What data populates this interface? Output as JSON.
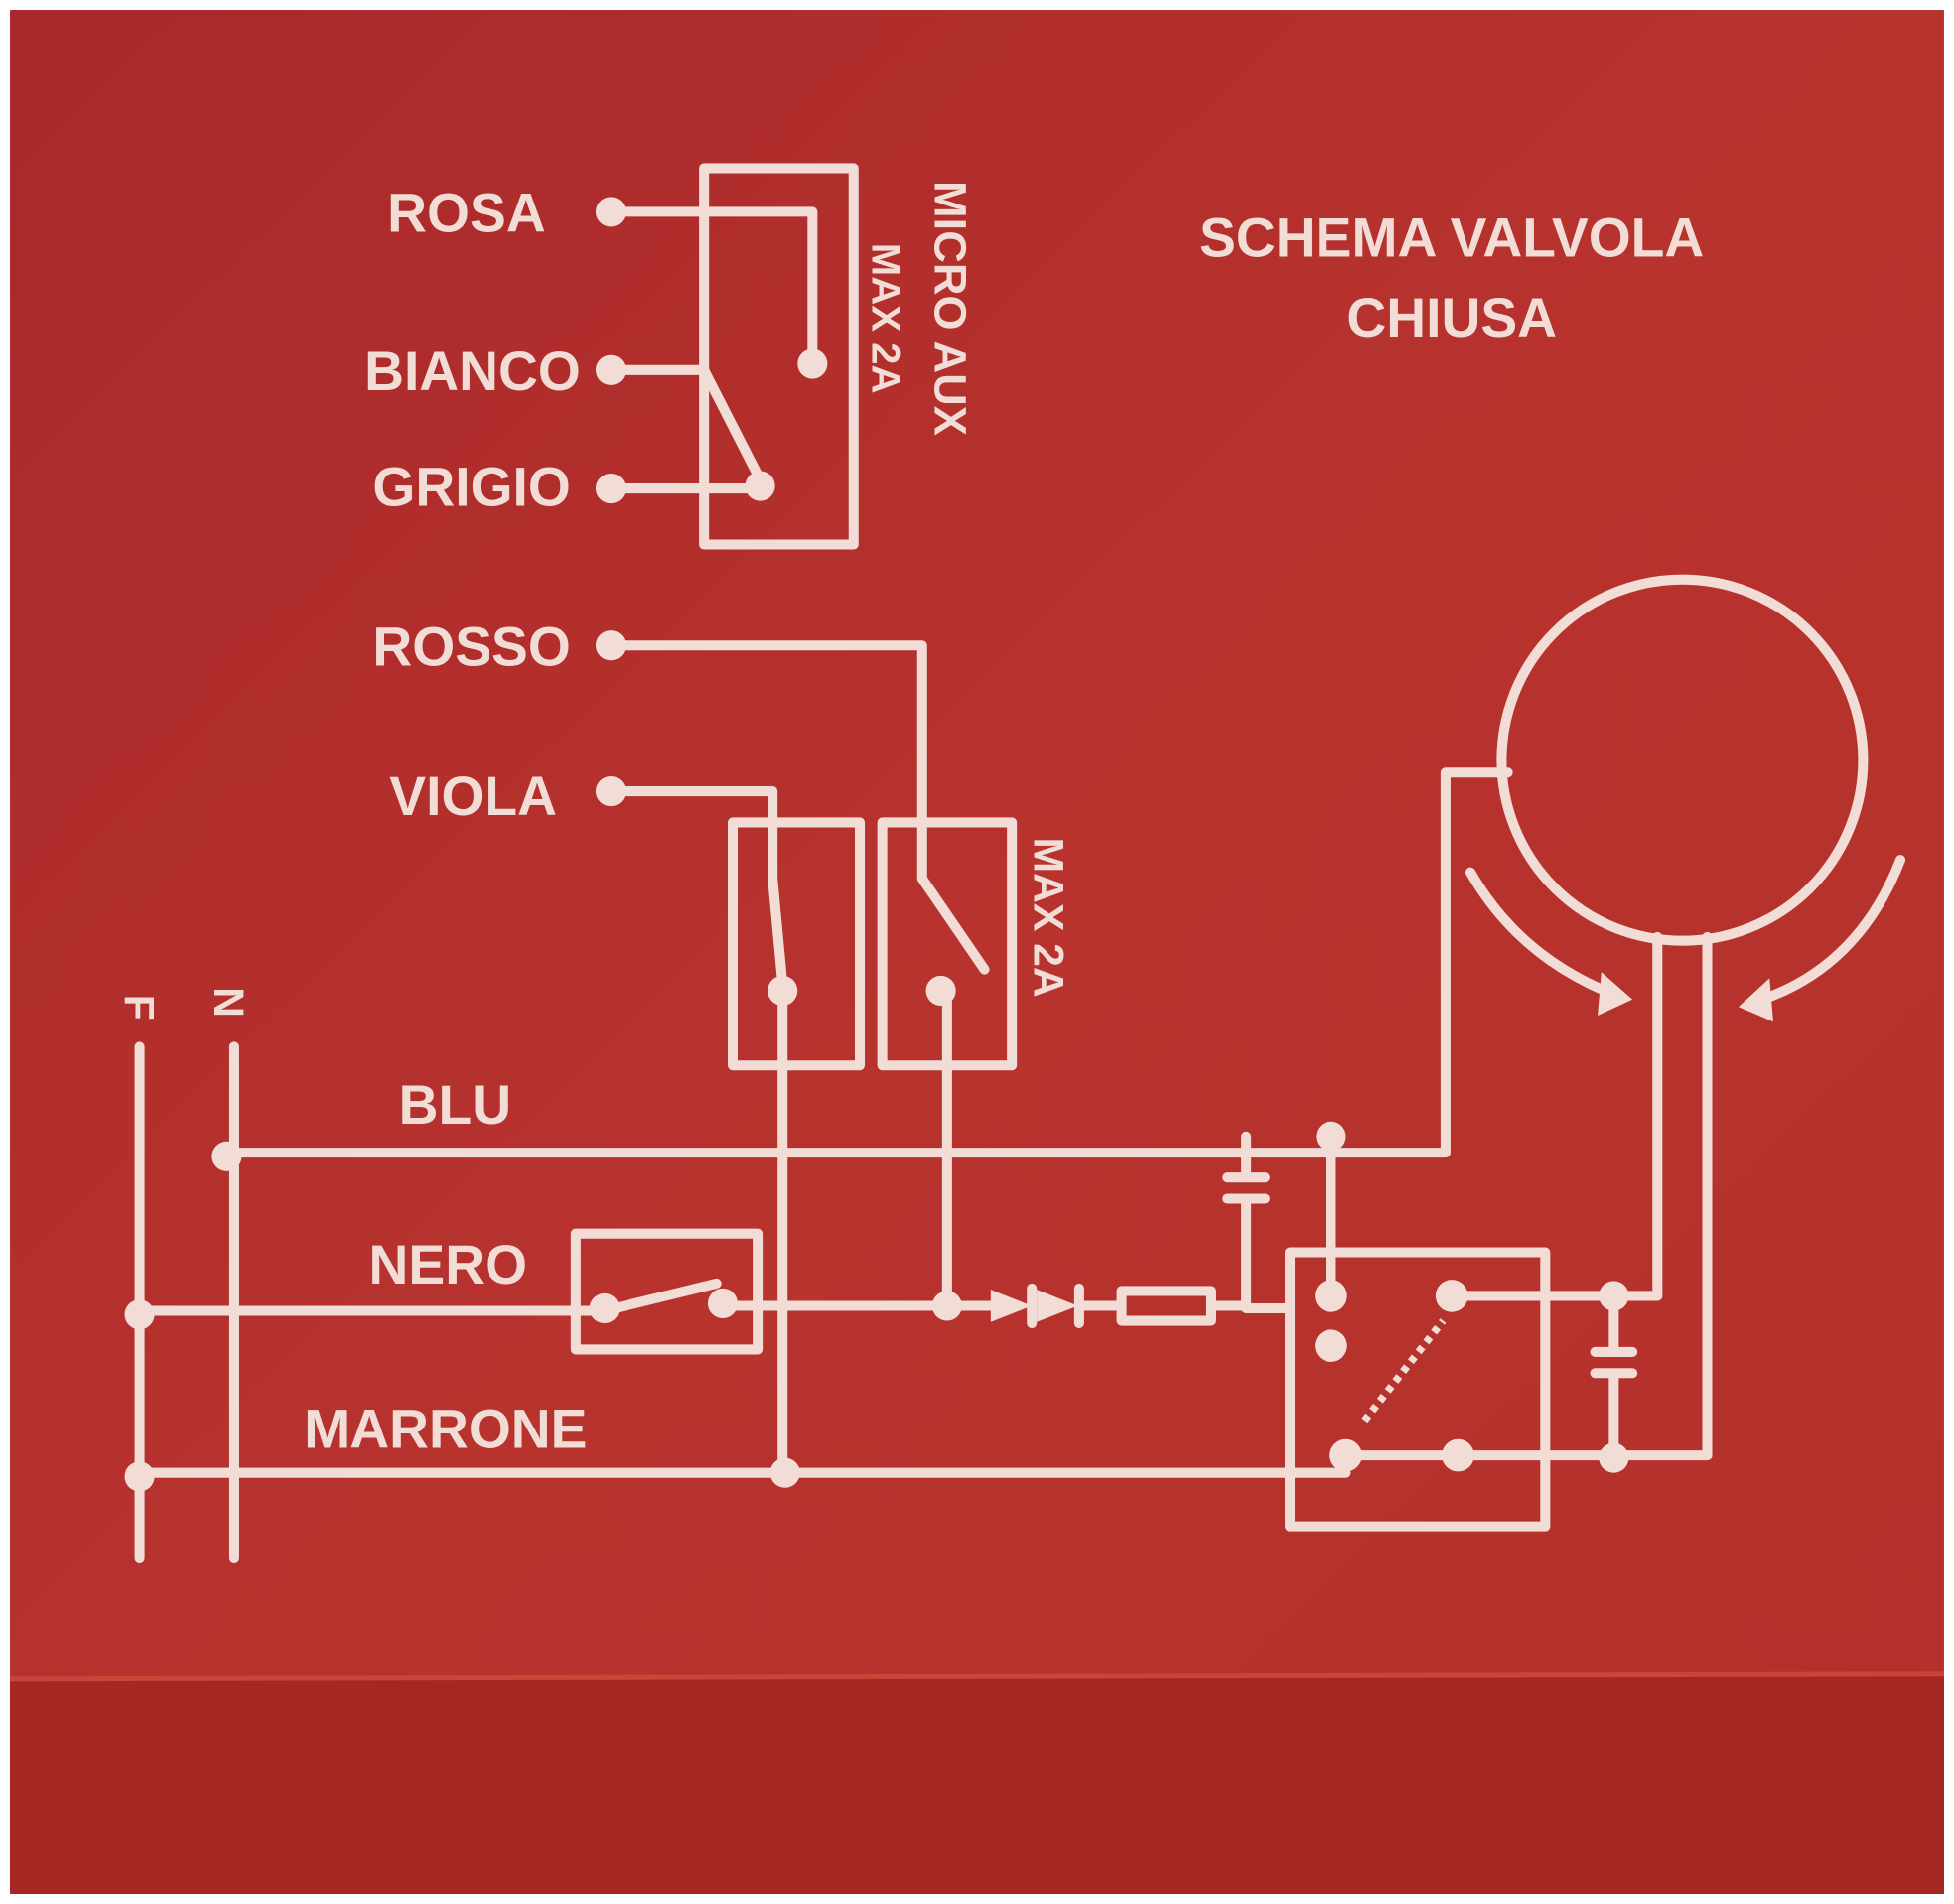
{
  "title": {
    "line1": "SCHEMA VALVOLA",
    "line2": "CHIUSA"
  },
  "micro_switch": {
    "label": "MICRO AUX",
    "rating": "MAX 2A"
  },
  "limit_switches": {
    "rating": "MAX 2A"
  },
  "wires": {
    "rosa": "ROSA",
    "bianco": "BIANCO",
    "grigio": "GRIGIO",
    "rosso": "ROSSO",
    "viola": "VIOLA",
    "blu": "BLU",
    "nero": "NERO",
    "marrone": "MARRONE"
  },
  "supply": {
    "phase": "F",
    "neutral": "N"
  },
  "colors": {
    "background": "#b5302c",
    "print": "#f1dcd6",
    "base": "#a82a27"
  }
}
